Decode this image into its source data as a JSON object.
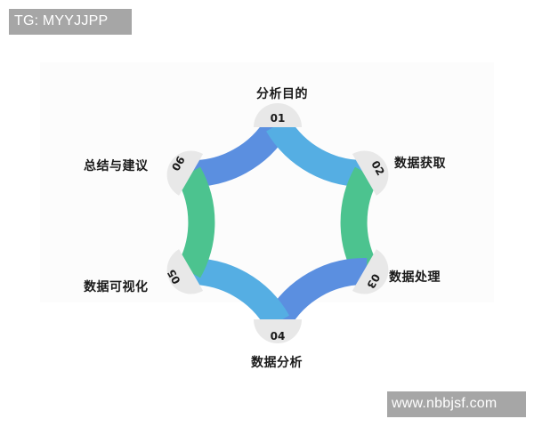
{
  "watermarks": {
    "top_left": "TG: MYYJJPP",
    "bottom_right": "www.nbbjsf.com"
  },
  "diagram": {
    "type": "cyclic-process-hexagon",
    "colors": {
      "blue_light": "#55aee3",
      "blue_dark": "#5b8fe0",
      "green": "#4cc38f",
      "tab": "#e8e8e8",
      "text": "#1a1a1a"
    },
    "steps": [
      {
        "number": "01",
        "label": "分析目的"
      },
      {
        "number": "02",
        "label": "数据获取"
      },
      {
        "number": "03",
        "label": "数据处理"
      },
      {
        "number": "04",
        "label": "数据分析"
      },
      {
        "number": "05",
        "label": "数据可视化"
      },
      {
        "number": "06",
        "label": "总结与建议"
      }
    ]
  }
}
